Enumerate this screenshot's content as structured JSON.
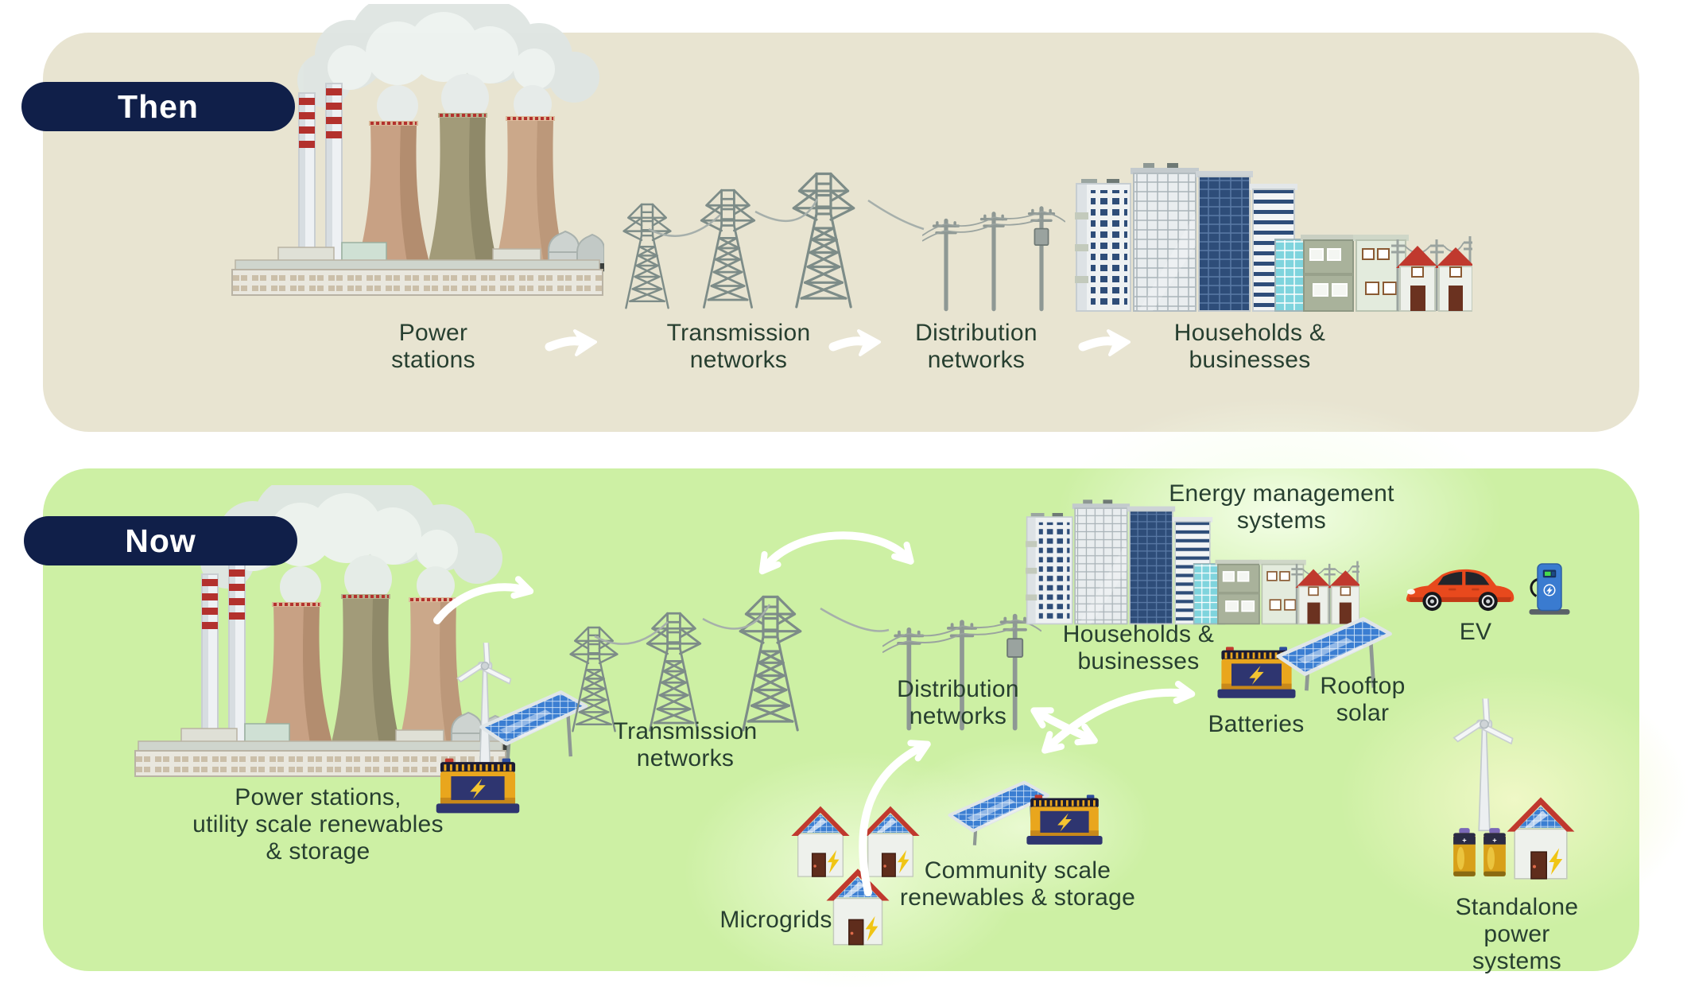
{
  "then": {
    "badge_label": "Then",
    "steps": [
      {
        "label": "Power\nstations"
      },
      {
        "label": "Transmission\nnetworks"
      },
      {
        "label": "Distribution\nnetworks"
      },
      {
        "label": "Households &\nbusinesses"
      }
    ]
  },
  "now": {
    "badge_label": "Now",
    "labels": {
      "power_stations": "Power stations,\nutility scale renewables\n& storage",
      "transmission": "Transmission\nnetworks",
      "distribution": "Distribution\nnetworks",
      "energy_management": "Energy management\nsystems",
      "households": "Households &\nbusinesses",
      "batteries": "Batteries",
      "rooftop_solar": "Rooftop\nsolar",
      "ev": "EV",
      "microgrids": "Microgrids",
      "community": "Community scale\nrenewables & storage",
      "standalone": "Standalone power\nsystems"
    }
  },
  "colors": {
    "then_panel_bg": "#e8e4d1",
    "now_panel_bg": "#cdf0a4",
    "badge_bg": "#101f49",
    "badge_text": "#ffffff",
    "label_text": "#273f30",
    "arrow_white": "#ffffff",
    "solar_blue": "#3b7ed2",
    "battery_gold": "#e9a61d",
    "battery_navy": "#2e3570",
    "bolt_yellow": "#f4c531",
    "roof_red": "#c0392e",
    "ev_orange": "#e8491d",
    "charger_blue": "#3a7bd0",
    "pylon_gray": "#7d8c88",
    "cooling_tower_tan": "#c8a184",
    "smoke_gray": "#dfe6e3"
  }
}
